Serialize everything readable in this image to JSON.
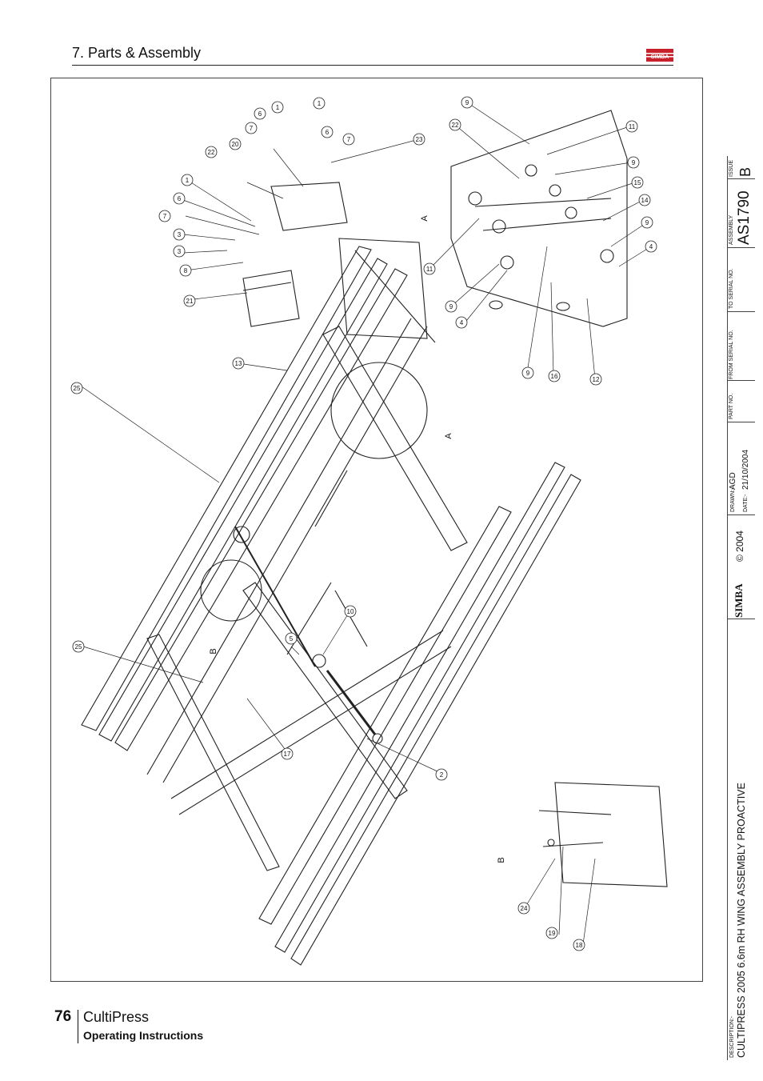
{
  "header": {
    "section": "7. Parts & Assembly"
  },
  "logo": {
    "text": "SIMBA",
    "color": "#c8202a"
  },
  "title_block": {
    "issue_label": "ISSUE",
    "issue_value": "B",
    "assembly_label": "ASSEMBLY",
    "assembly_value": "AS1790",
    "to_serial_label": "TO SERIAL NO.",
    "from_serial_label": "FROM SERIAL NO.",
    "part_no_label": "PART NO.",
    "drawn_label": "DRAWN:-",
    "drawn_value": "AGD",
    "date_label": "DATE:-",
    "date_value": "21/10/2004",
    "brand": "SIMBA",
    "copyright": "© 2004",
    "description_label": "DESCRIPTION:-",
    "description_value": "CULTIPRESS 2005 6.6m RH WING ASSEMBLY PROACTIVE"
  },
  "drawing": {
    "detail_labels": [
      "A",
      "A",
      "B",
      "B"
    ],
    "callouts": [
      "1",
      "1",
      "6",
      "6",
      "7",
      "7",
      "20",
      "22",
      "23",
      "1",
      "6",
      "7",
      "3",
      "3",
      "8",
      "21",
      "9",
      "22",
      "11",
      "9",
      "15",
      "14",
      "9",
      "4",
      "11",
      "9",
      "4",
      "9",
      "16",
      "12",
      "13",
      "25",
      "25",
      "5",
      "10",
      "17",
      "2",
      "24",
      "19",
      "18"
    ]
  },
  "footer": {
    "page_number": "76",
    "product": "CultiPress",
    "subtitle": "Operating Instructions"
  }
}
